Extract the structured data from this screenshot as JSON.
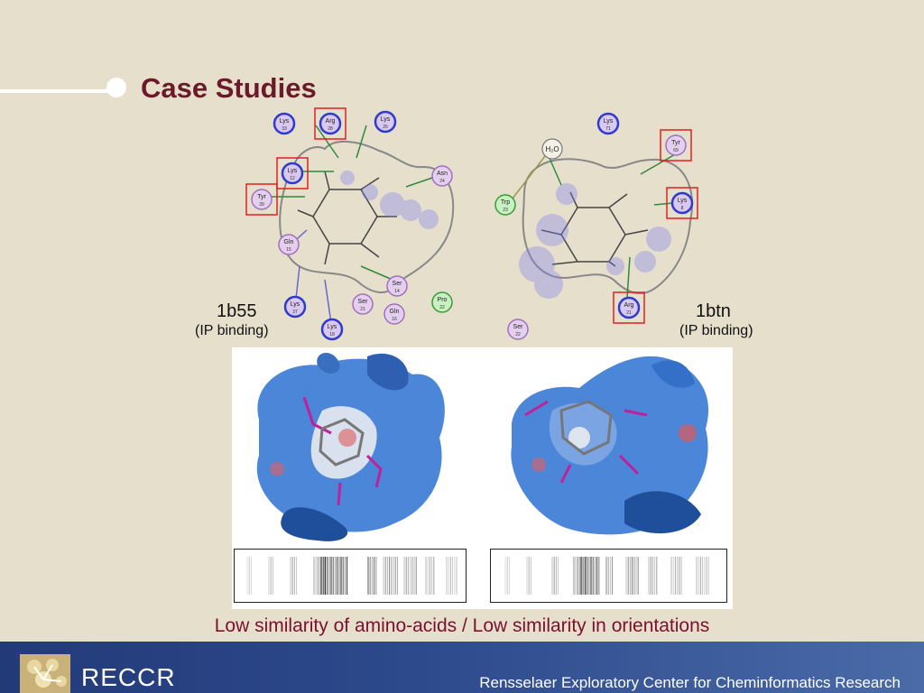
{
  "slide": {
    "title": "Case Studies",
    "caption": "Low similarity of amino-acids / Low similarity in orientations"
  },
  "left_structure": {
    "pdb_id": "1b55",
    "binding": "(IP binding)",
    "residues": [
      {
        "name": "Lys",
        "num": "33",
        "kind": "basic",
        "boxed": false
      },
      {
        "name": "Arg",
        "num": "28",
        "kind": "basic",
        "boxed": true
      },
      {
        "name": "Lys",
        "num": "26",
        "kind": "basic",
        "boxed": false
      },
      {
        "name": "Lys",
        "num": "12",
        "kind": "basic",
        "boxed": true
      },
      {
        "name": "Tyr",
        "num": "39",
        "kind": "polar",
        "boxed": true
      },
      {
        "name": "Asn",
        "num": "24",
        "kind": "polar",
        "boxed": false
      },
      {
        "name": "Gln",
        "num": "15",
        "kind": "polar",
        "boxed": false
      },
      {
        "name": "Ser",
        "num": "14",
        "kind": "polar",
        "boxed": false
      },
      {
        "name": "Pro",
        "num": "22",
        "kind": "hydrophobic",
        "boxed": false
      },
      {
        "name": "Lys",
        "num": "37",
        "kind": "basic",
        "boxed": false
      },
      {
        "name": "Ser",
        "num": "21",
        "kind": "polar",
        "boxed": false
      },
      {
        "name": "Gln",
        "num": "16",
        "kind": "polar",
        "boxed": false
      },
      {
        "name": "Lys",
        "num": "18",
        "kind": "basic",
        "boxed": false
      }
    ]
  },
  "right_structure": {
    "pdb_id": "1btn",
    "binding": "(IP binding)",
    "water_label": "H₂O",
    "residues": [
      {
        "name": "Lys",
        "num": "71",
        "kind": "basic",
        "boxed": false
      },
      {
        "name": "Tyr",
        "num": "69",
        "kind": "polar",
        "boxed": true
      },
      {
        "name": "Trp",
        "num": "23",
        "kind": "hydrophobic",
        "boxed": false
      },
      {
        "name": "Lys",
        "num": "8",
        "kind": "basic",
        "boxed": true
      },
      {
        "name": "Arg",
        "num": "21",
        "kind": "basic",
        "boxed": true
      },
      {
        "name": "Ser",
        "num": "22",
        "kind": "polar",
        "boxed": false
      }
    ]
  },
  "footer": {
    "brand": "RECCR",
    "center_name": "Rensselaer Exploratory Center for Cheminformatics Research"
  },
  "colors": {
    "background": "#e6dfcc",
    "title": "#6b1a2a",
    "caption": "#7b1030",
    "footer": "#2d4a8c",
    "highlight_box": "#e02020"
  }
}
